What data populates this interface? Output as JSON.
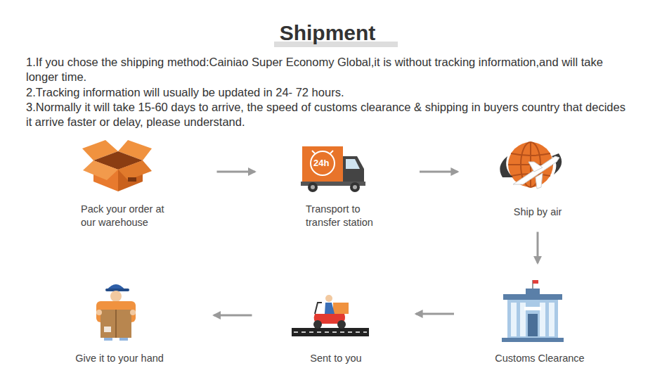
{
  "diagram": {
    "title": "Shipment",
    "nodes": [
      {
        "text": [
          "Pack your order at our warehouse"
        ]
      },
      {
        "text": [
          "Transport to transfer station"
        ]
      },
      {
        "text": [
          "Ship by air"
        ]
      },
      {
        "text": [
          "Give it to your hand"
        ]
      },
      {
        "text": [
          "Sent to you"
        ]
      },
      {
        "text": [
          "Customs Clearance"
        ]
      }
    ],
    "edges": [
      {
        "from": 0,
        "to": 1,
        "arrow": "to"
      },
      {
        "from": 1,
        "to": 2,
        "arrow": "to"
      },
      {
        "from": 2,
        "to": 5,
        "arrow": "to"
      },
      {
        "from": 5,
        "to": 4,
        "arrow": "to"
      },
      {
        "from": 4,
        "to": 3,
        "arrow": "to"
      }
    ],
    "labels": [
      "1.If you chose the shipping method:Cainiao Super Economy Global,it is without tracking information,and will take longer time.",
      "2.Tracking information will usually be updated in 24- 72 hours.",
      "3.Normally it will take 15-60 days to arrive, the speed of customs clearance & shipping in buyers country that decides it arrive faster or delay, please understand.",
      "24h"
    ]
  }
}
